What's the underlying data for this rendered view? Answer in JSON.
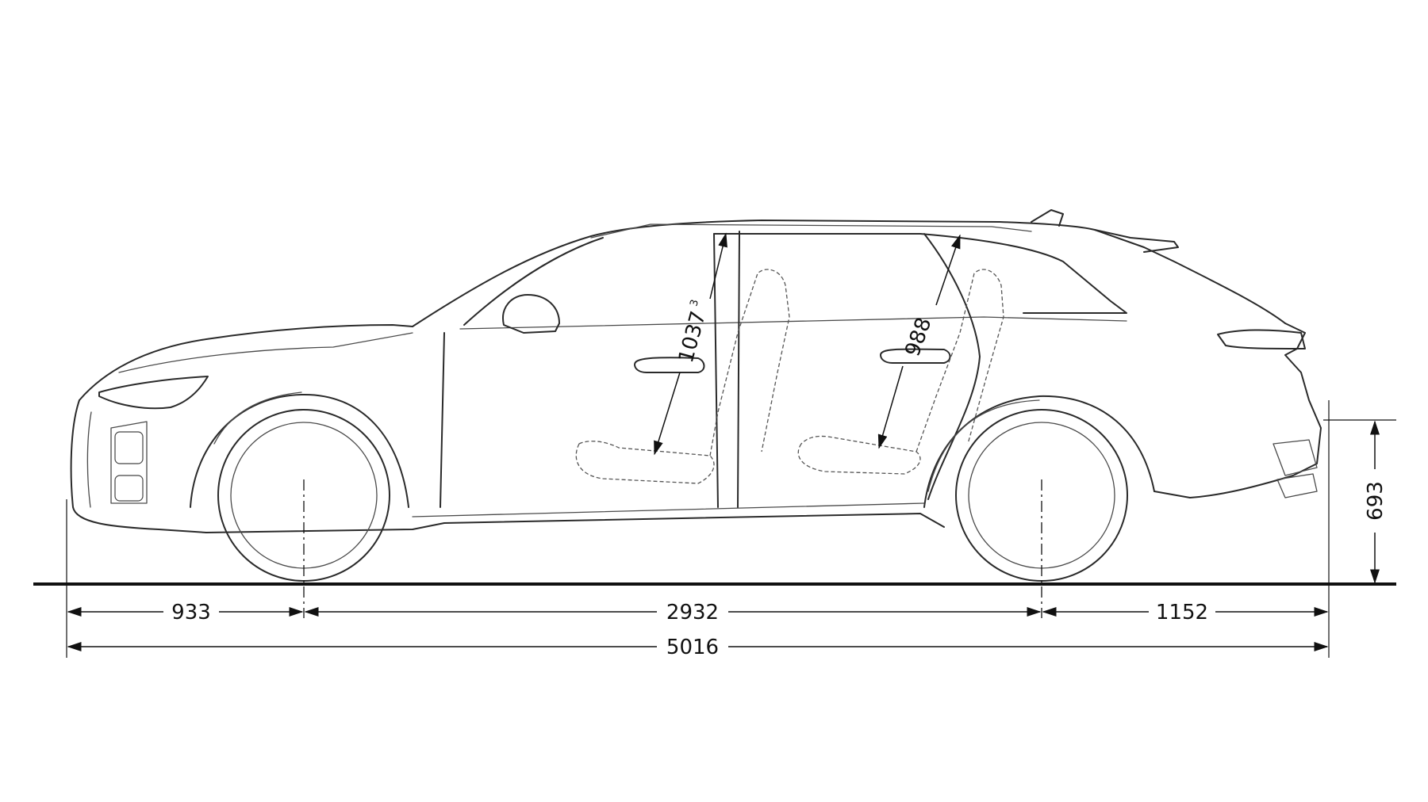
{
  "dimensions": {
    "front_overhang": "933",
    "wheelbase": "2932",
    "rear_overhang": "1152",
    "overall_length": "5016",
    "rear_height": "693",
    "front_headroom": "1037",
    "front_headroom_superscript": "3",
    "rear_headroom": "988"
  },
  "colors": {
    "line": "#2a2a2a",
    "dimension": "#111111",
    "background": "#ffffff"
  }
}
